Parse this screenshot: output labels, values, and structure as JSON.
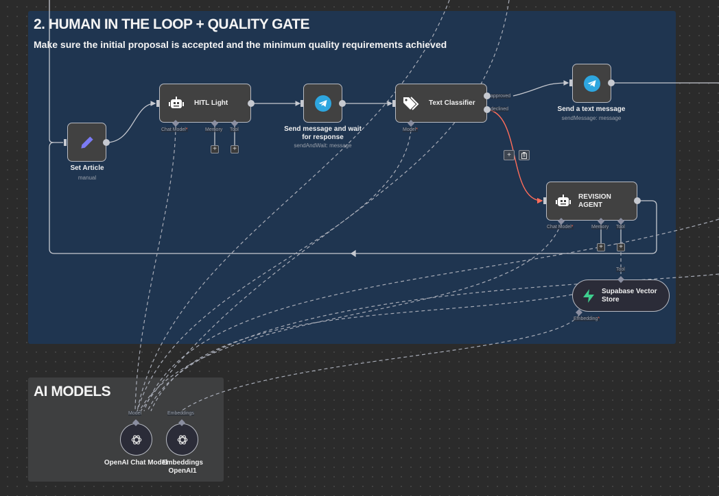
{
  "sticky_notes": {
    "hitl": {
      "title": "2. HUMAN IN THE LOOP + QUALITY GATE",
      "subtitle": "Make sure the initial proposal is accepted and the minimum quality requirements achieved",
      "background_color": "#1f3550"
    },
    "ai_models": {
      "title": "AI MODELS",
      "background_color": "#3e3f40"
    }
  },
  "nodes": {
    "set_article": {
      "label": "Set Article",
      "sublabel": "manual",
      "icon": "pencil-icon"
    },
    "hitl_light": {
      "label": "HITL Light",
      "icon": "robot-icon",
      "ports": {
        "chat_model": "Chat Model",
        "memory": "Memory",
        "tool": "Tool"
      }
    },
    "send_wait": {
      "label": "Send message and wait for response",
      "sublabel": "sendAndWait: message",
      "icon": "telegram-icon"
    },
    "text_classifier": {
      "label": "Text Classifier",
      "icon": "tags-icon",
      "ports": {
        "model": "Model"
      },
      "outputs": {
        "approved": "approved",
        "declined": "declined"
      }
    },
    "send_text": {
      "label": "Send a text message",
      "sublabel": "sendMessage: message",
      "icon": "telegram-icon"
    },
    "revision_agent": {
      "label_line1": "REVISION",
      "label_line2": "AGENT",
      "icon": "robot-icon",
      "ports": {
        "chat_model": "Chat Model",
        "memory": "Memory",
        "tool": "Tool"
      }
    },
    "supabase": {
      "label_line1": "Supabase Vector",
      "label_line2": "Store",
      "icon": "supabase-icon",
      "ports": {
        "tool": "Tool",
        "embedding": "Embedding"
      }
    },
    "openai_chat": {
      "label": "OpenAI Chat Model",
      "port": "Model",
      "icon": "openai-icon"
    },
    "embeddings": {
      "label_line1": "Embeddings",
      "label_line2": "OpenAI1",
      "port": "Embeddings",
      "icon": "openai-icon"
    }
  },
  "edge_buttons": {
    "add": "+",
    "delete": "🗑"
  },
  "plus": "+",
  "required_mark": "*",
  "colors": {
    "accent_error_edge": "#ff6d5a",
    "telegram": "#2ea6df",
    "pencil": "#7b7bf5",
    "supabase": "#3ecf8e"
  }
}
